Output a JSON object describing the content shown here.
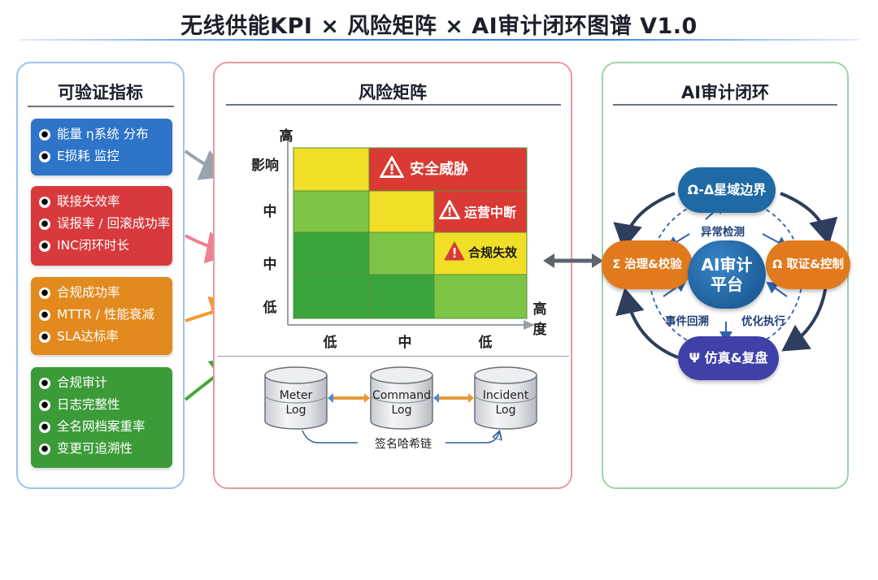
{
  "title": "无线供能KPI × 风险矩阵 × AI审计闭环图谱 V1.0",
  "left_panel": {
    "heading": "可验证指标",
    "cards": [
      {
        "color": "#2e74c8",
        "items": [
          "能量 η系统 分布",
          "E损耗 监控"
        ]
      },
      {
        "color": "#d8393c",
        "items": [
          "联接失效率",
          "误报率 / 回滚成功率",
          "INC闭环时长"
        ]
      },
      {
        "color": "#e28a1e",
        "items": [
          "合规成功率",
          "MTTR / 性能衰减",
          "SLA达标率"
        ]
      },
      {
        "color": "#3c9b39",
        "items": [
          "合规审计",
          "日志完整性",
          "全名网档案重率",
          "变更可追溯性"
        ]
      }
    ]
  },
  "mid_panel": {
    "heading": "风险矩阵",
    "y_axis": {
      "top_label": "高",
      "title": "影响",
      "ticks": [
        "中",
        "中",
        "低"
      ]
    },
    "x_axis": {
      "ticks": [
        "低",
        "中",
        "低"
      ],
      "end_label": [
        "高",
        "度"
      ]
    },
    "alerts": [
      "安全威胁",
      "运营中断",
      "合规失效"
    ],
    "logs": [
      {
        "line1": "Meter",
        "line2": "Log"
      },
      {
        "line1": "Command",
        "line2": "Log"
      },
      {
        "line1": "Incident",
        "line2": "Log"
      }
    ],
    "log_caption": "签名哈希链"
  },
  "right_panel": {
    "heading": "AI审计闭环",
    "center": [
      "AI审计",
      "平台"
    ],
    "nodes": {
      "top": "Ω-Δ星域边界",
      "left": "Σ 治理&校验",
      "right": "Ω 取证&控制",
      "bottom": "Ψ 仿真&复盘"
    },
    "flows": {
      "top": "异常检测",
      "bottom_left": "事件回溯",
      "bottom_right": "优化执行"
    }
  },
  "colors": {
    "blue": "#2e74c8",
    "red": "#d8393c",
    "orange": "#e28a1e",
    "green": "#3c9b39",
    "matrix_red": "#d93a33",
    "matrix_yellow": "#f0de27",
    "matrix_green_light": "#7cc446",
    "matrix_green_dark": "#3aa43a",
    "node_blue": "#1f6aa5",
    "node_orange": "#e07a1d",
    "node_purple": "#3f40a8",
    "center_blue": "#1d5f9a"
  }
}
